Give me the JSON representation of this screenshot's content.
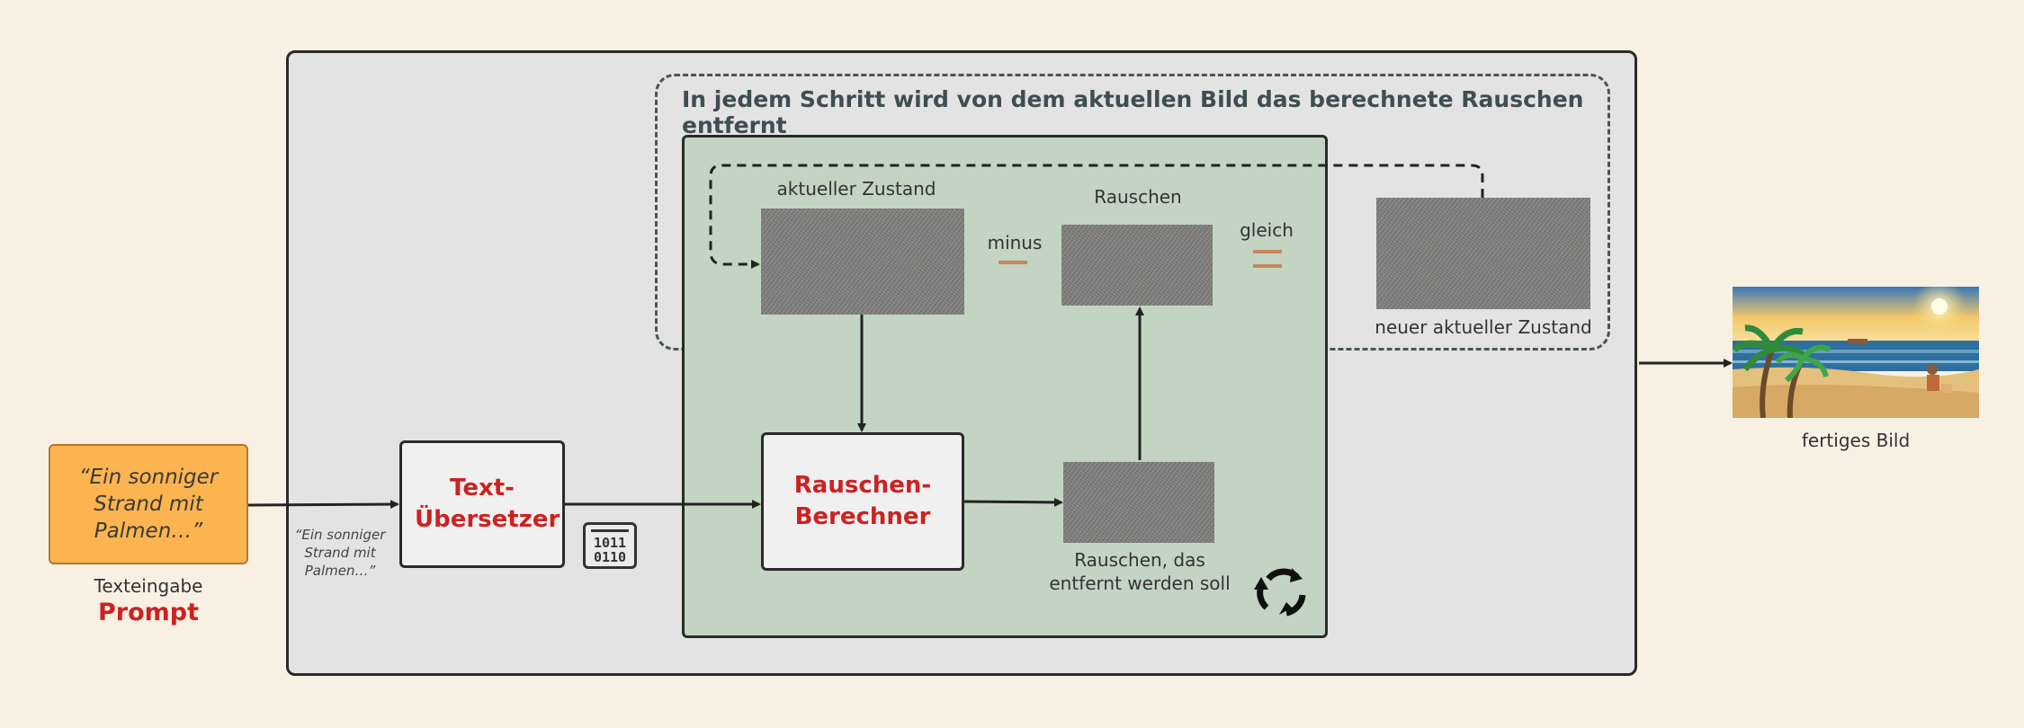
{
  "diagram": {
    "step_title": "In jedem Schritt wird von dem aktuellen Bild das berechnete Rauschen entfernt",
    "prompt_box_text": "“Ein sonniger Strand mit Palmen…”",
    "prompt_label": "Texteingabe",
    "prompt_word": "Prompt",
    "mini_prompt": "“Ein sonniger Strand mit Palmen…”",
    "translator_label": "Text-Übersetzer",
    "binary_line1": "1011",
    "binary_line2": "0110",
    "calculator_label": "Rauschen-Berechner",
    "current_state_label": "aktueller Zustand",
    "minus_label": "minus",
    "noise_label": "Rauschen",
    "equals_label": "gleich",
    "new_state_label": "neuer aktueller Zustand",
    "noise_to_remove_label": "Rauschen, das entfernt werden soll",
    "final_image_label": "fertiges Bild",
    "icons": [
      "binary-code-icon",
      "cycle-arrows-icon"
    ],
    "colors": {
      "background": "#f7f0e3",
      "prompt_box": "#fbb44f",
      "accent_red": "#cc2222",
      "green_panel": "#c3d4c3"
    }
  }
}
